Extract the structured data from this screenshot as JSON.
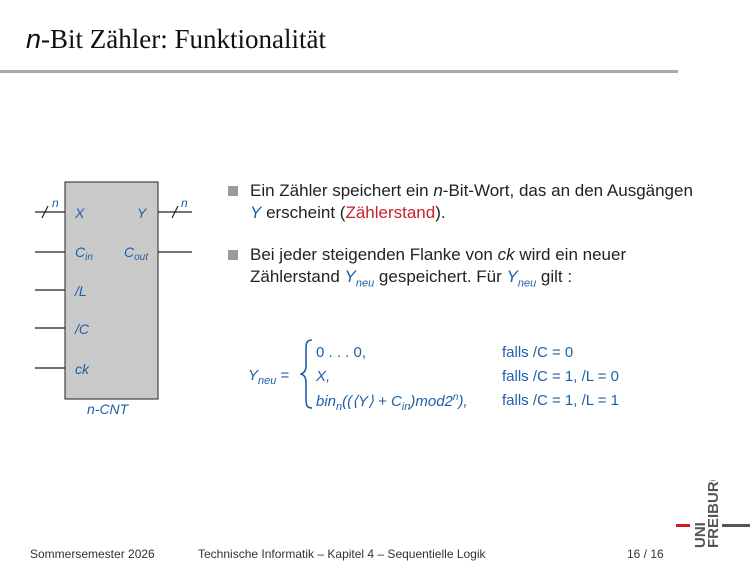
{
  "slide": {
    "title_var": "n",
    "title_rest": "-Bit Zähler: Funktionalität"
  },
  "diagram": {
    "ports_in": [
      "X",
      "C",
      "/L",
      "/C",
      "ck"
    ],
    "cin_sub": "in",
    "port_y": "Y",
    "port_cout": "C",
    "cout_sub": "out",
    "bus_width_label": "n",
    "caption": "n-CNT"
  },
  "bullets": [
    {
      "p1": "Ein Zähler speichert ein ",
      "var": "n",
      "p2": "-Bit-Wort, das an den Ausgängen ",
      "y": "Y",
      "p3": " erscheint (",
      "highlight": "Zählerstand",
      "p4": ")."
    },
    {
      "p1": "Bei jeder steigenden Flanke von ",
      "ck": "ck",
      "p2": " wird ein neuer Zählerstand ",
      "y": "Y",
      "ysub": "neu",
      "p3": " gespeichert. Für ",
      "p4": " gilt :"
    }
  ],
  "formula": {
    "lhs_y": "Y",
    "lhs_sub": "neu",
    "lhs_eq": " =",
    "cases": [
      {
        "expr": "0 . . . 0,",
        "cond": "falls /C = 0"
      },
      {
        "expr": "X,",
        "cond": "falls /C = 1, /L = 0"
      },
      {
        "expr_a": "bin",
        "expr_sub": "n",
        "expr_b": "((⟨Y⟩ + C",
        "expr_sub2": "in",
        "expr_c": ")mod2",
        "expr_sup": "n",
        "expr_d": "),",
        "cond": "falls /C = 1, /L = 1"
      }
    ]
  },
  "footer": {
    "semester": "Sommersemester 2026",
    "course": "Technische Informatik –  Kapitel 4 – Sequentielle Logik",
    "page": "16 / 16"
  },
  "logo": {
    "line1": "UNI",
    "line2": "FREIBURG"
  }
}
